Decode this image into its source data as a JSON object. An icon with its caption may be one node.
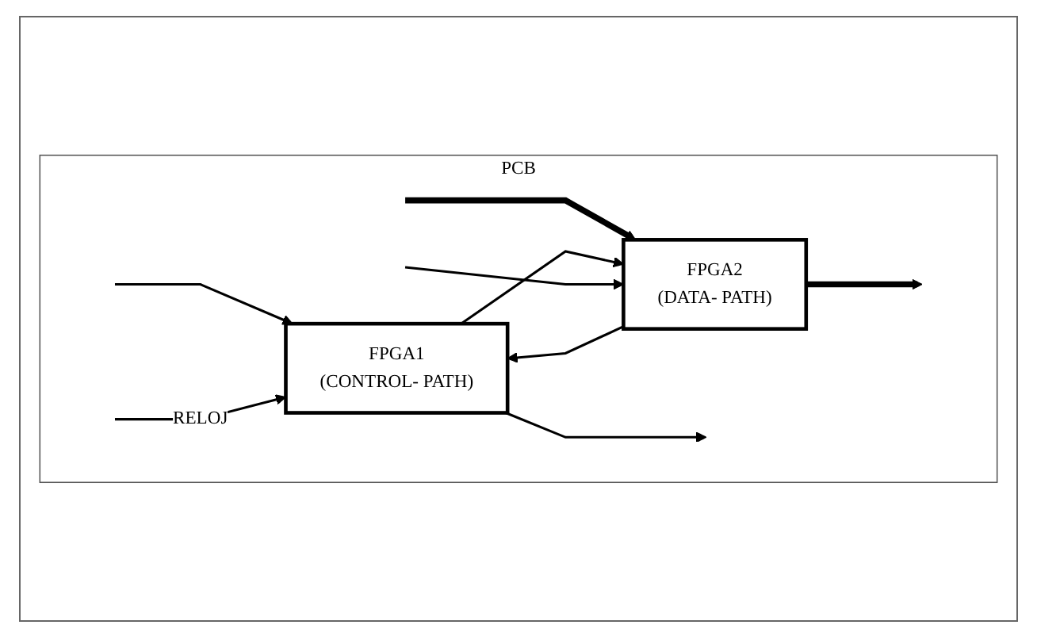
{
  "diagram": {
    "nodes": [
      {
        "text": [
          "PCB"
        ]
      },
      {
        "text": [
          "FPGA1",
          "(CONTROL- PATH)"
        ],
        "in": 0
      },
      {
        "text": [
          "FPGA2",
          "(DATA- PATH)"
        ],
        "in": 0
      }
    ],
    "edges": [
      {
        "from": null,
        "to": 1,
        "arrow": "to"
      },
      {
        "from": null,
        "to": 2,
        "arrow": "to",
        "style": "thick"
      },
      {
        "from": 1,
        "to": 2,
        "arrow": "to"
      },
      {
        "from": 2,
        "to": 1,
        "arrow": "to"
      },
      {
        "from": 1,
        "to": null,
        "arrow": "to"
      },
      {
        "from": 2,
        "to": null,
        "arrow": "to",
        "style": "thick"
      },
      {
        "from": null,
        "to": 1,
        "arrow": "to",
        "label": "RELOJ"
      },
      {
        "from": null,
        "to": 2,
        "arrow": "to"
      }
    ]
  }
}
